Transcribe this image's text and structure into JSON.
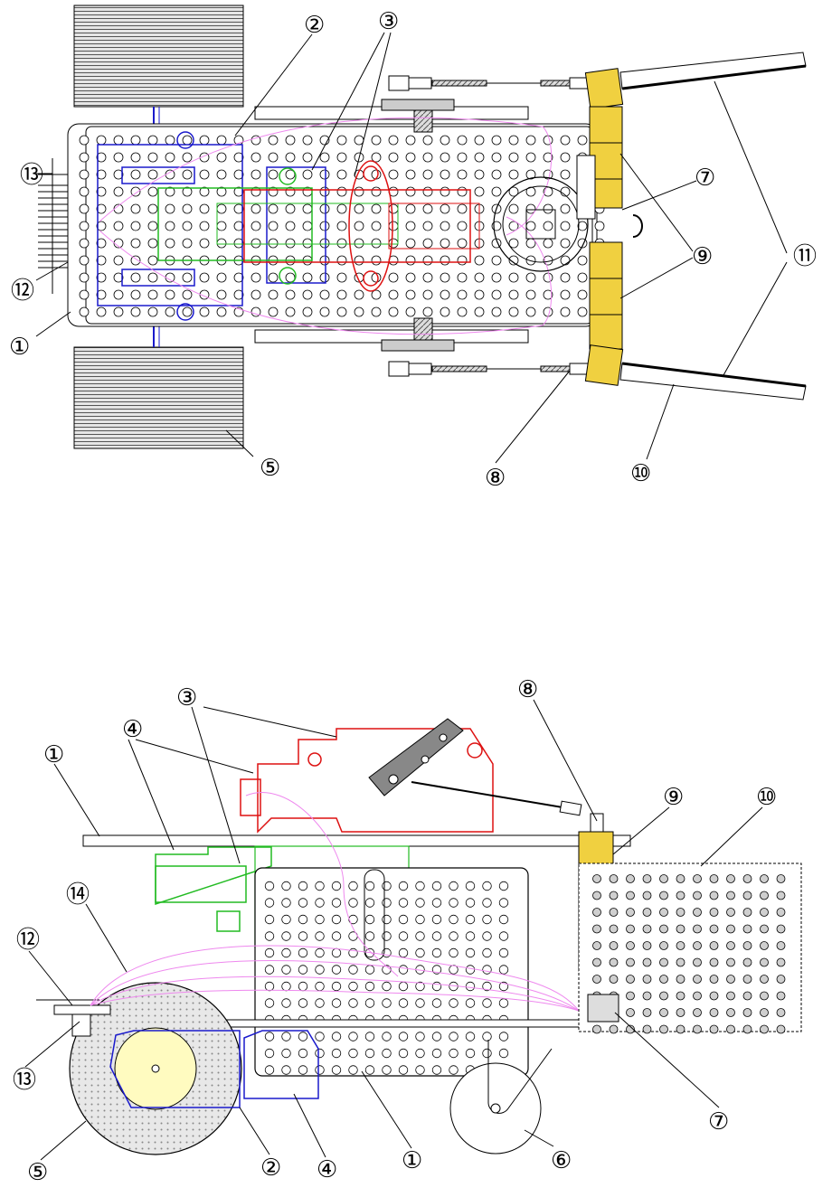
{
  "figure": {
    "title": "Mechanical assembly drawing – top view and side view",
    "top_view": {
      "callouts": [
        "①",
        "②",
        "③",
        "⑤",
        "⑦",
        "⑧",
        "⑨",
        "⑩",
        "⑪",
        "⑫",
        "⑬"
      ]
    },
    "side_view": {
      "callouts": [
        "①",
        "②",
        "③",
        "④",
        "⑤",
        "⑥",
        "⑦",
        "⑧",
        "⑨",
        "⑩",
        "⑫",
        "⑬",
        "⑭"
      ]
    }
  },
  "colors": {
    "frame": "#000000",
    "servo_a": "#1a1acc",
    "servo_b": "#22bb22",
    "gripper_servo": "#dd1111",
    "wires": "#ee88ee",
    "brackets": "#f0d040",
    "wheel": "#d8d8d8",
    "hub": "#fffbc0"
  }
}
